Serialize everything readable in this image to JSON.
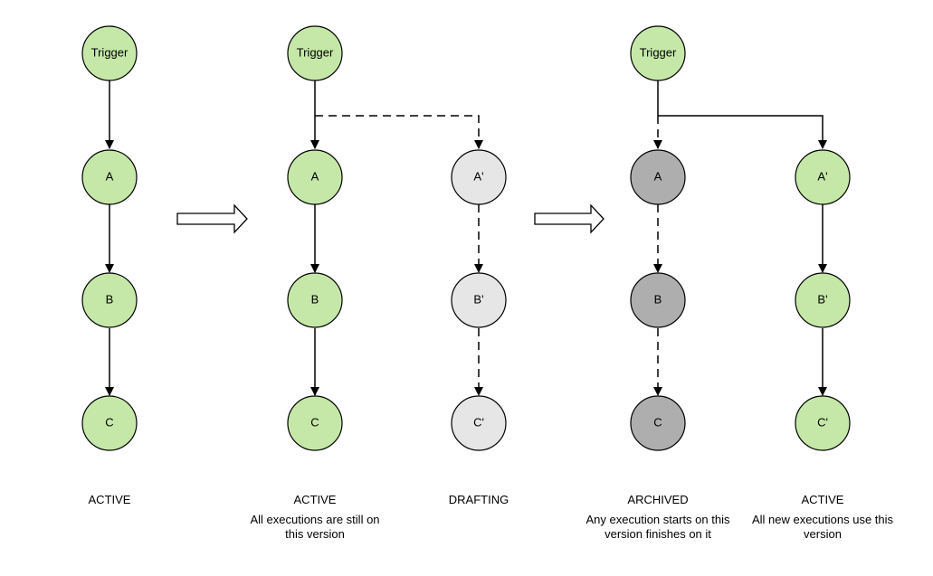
{
  "colors": {
    "active": "#c5e8a8",
    "drafting": "#e6e6e6",
    "archived": "#aeaeae",
    "stroke": "#000000"
  },
  "diagrams": {
    "d1": {
      "trigger": "Trigger",
      "nodes": [
        "A",
        "B",
        "C"
      ],
      "caption": "ACTIVE"
    },
    "d2": {
      "trigger": "Trigger",
      "active_nodes": [
        "A",
        "B",
        "C"
      ],
      "draft_nodes": [
        "A'",
        "B'",
        "C'"
      ],
      "active_caption": "ACTIVE",
      "active_note_1": "All executions are still on",
      "active_note_2": "this version",
      "draft_caption": "DRAFTING"
    },
    "d3": {
      "trigger": "Trigger",
      "archived_nodes": [
        "A",
        "B",
        "C"
      ],
      "active_nodes": [
        "A'",
        "B'",
        "C'"
      ],
      "archived_caption": "ARCHIVED",
      "archived_note_1": "Any execution starts on this",
      "archived_note_2": "version finishes on it",
      "active_caption": "ACTIVE",
      "active_note_1": "All new executions use this",
      "active_note_2": "version"
    }
  }
}
